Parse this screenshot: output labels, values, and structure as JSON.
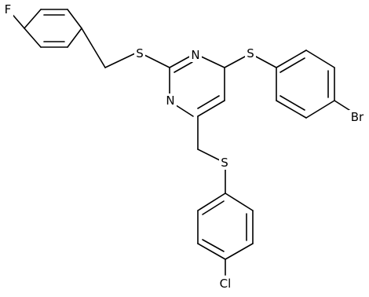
{
  "atoms": {
    "fluorine": "F",
    "sulfur_benzyl": "S",
    "nitrogen_top": "N",
    "nitrogen_bottom": "N",
    "sulfur_bromophenyl": "S",
    "bromine": "Br",
    "sulfur_chlorophenyl": "S",
    "chlorine": "Cl"
  }
}
